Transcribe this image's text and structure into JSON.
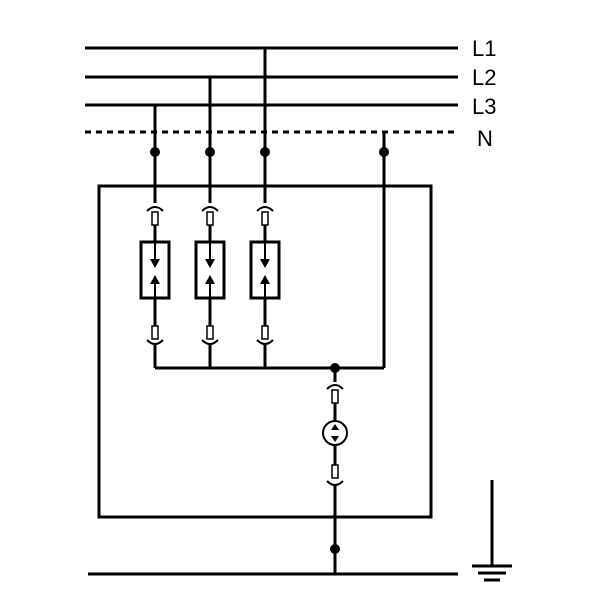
{
  "diagram": {
    "lines": [
      {
        "label": "L1"
      },
      {
        "label": "L2"
      },
      {
        "label": "L3"
      },
      {
        "label": "N"
      }
    ],
    "colors": {
      "stroke": "#000000",
      "background": "#ffffff"
    },
    "icons": [
      "junction-dot-icon",
      "terminal-icon",
      "surge-arrester-icon",
      "spark-gap-icon",
      "ground-symbol-icon"
    ]
  }
}
